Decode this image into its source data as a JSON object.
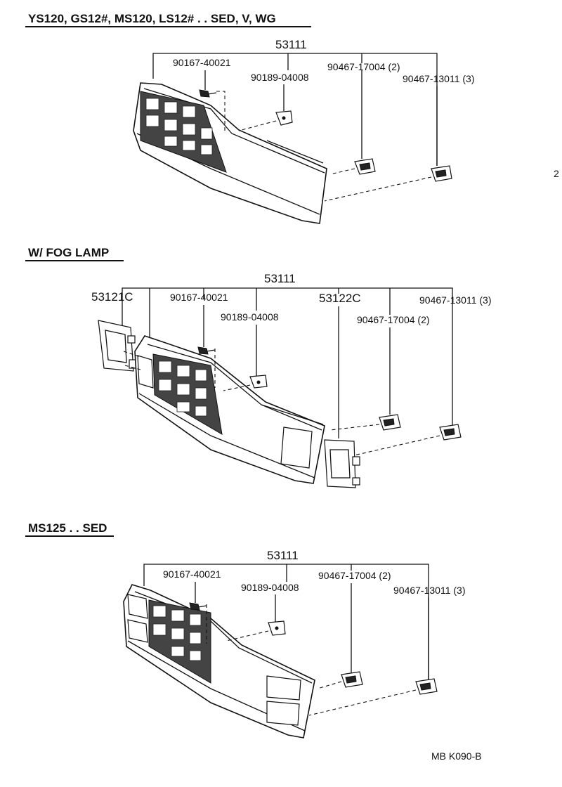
{
  "sections": {
    "s1": {
      "heading": "YS120, GS12#, MS120, LS12# . . SED, V, WG",
      "parent_part": "53111",
      "labels": [
        "90167-40021",
        "90189-04008",
        "90467-17004 (2)",
        "90467-13011 (3)"
      ]
    },
    "s2": {
      "heading": "W/ FOG  LAMP",
      "parent_part": "53111",
      "labels": [
        "53121C",
        "90167-40021",
        "90189-04008",
        "53122C",
        "90467-17004 (2)",
        "90467-13011 (3)"
      ]
    },
    "s3": {
      "heading": "MS125 . . SED",
      "parent_part": "53111",
      "labels": [
        "90167-40021",
        "90189-04008",
        "90467-17004 (2)",
        "90467-13011 (3)"
      ]
    }
  },
  "margin_mark": "2",
  "diagram_code": "MB  K090-B",
  "icons": [
    "grille-assembly",
    "screw-icon",
    "clip-icon",
    "retainer-icon",
    "fog-lamp-bracket-icon"
  ]
}
